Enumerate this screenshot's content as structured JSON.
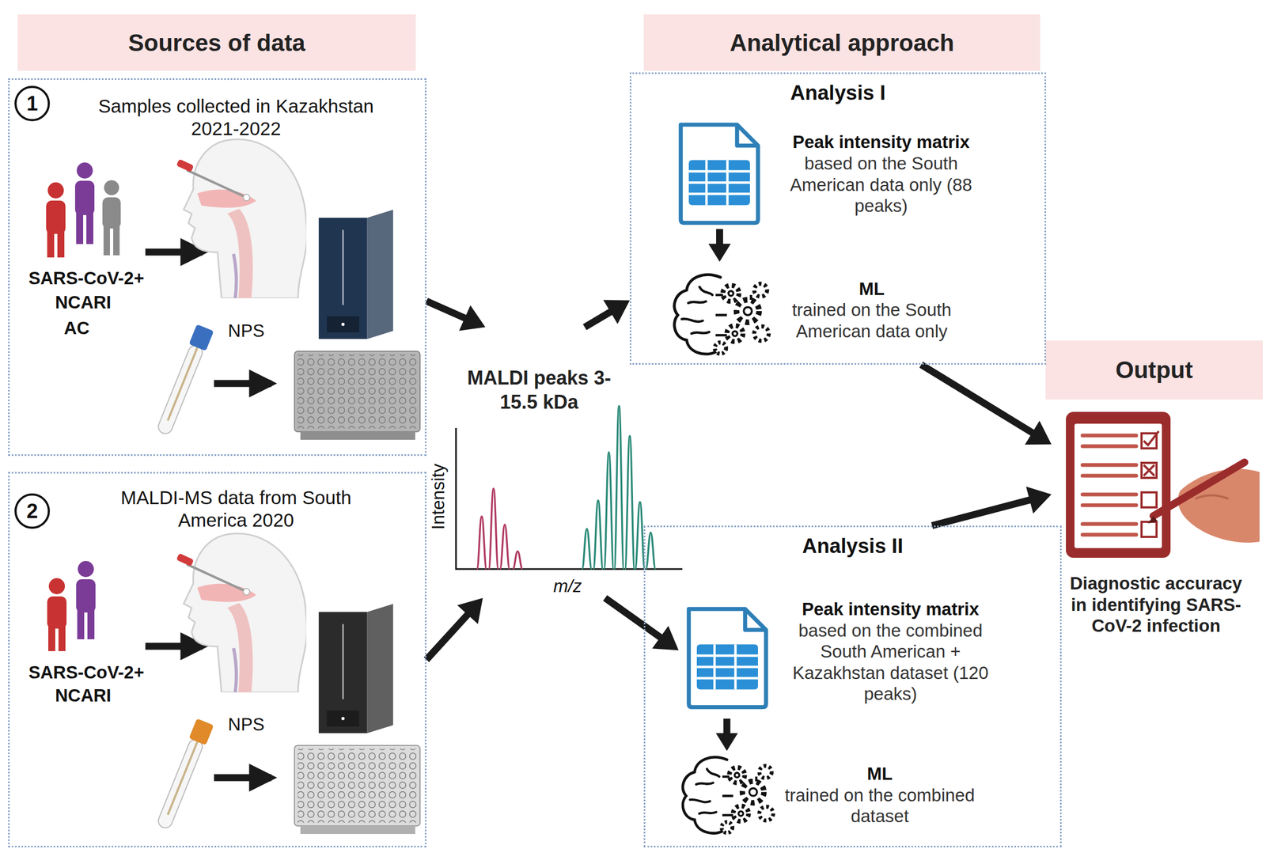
{
  "diagram": {
    "nodes": [
      {
        "text": [
          "Sources of data"
        ]
      },
      {
        "text": [
          "Analytical approach"
        ]
      },
      {
        "text": [
          "Output"
        ]
      },
      {
        "text": [
          "Samples collected in Kazakhstan 2021-2022"
        ]
      },
      {
        "text": [
          "1"
        ],
        "in": 3
      },
      {
        "text": [
          "MALDI-MS data from South America 2020"
        ]
      },
      {
        "text": [
          "2"
        ],
        "in": 5
      },
      {
        "text": [
          "MALDI peaks 3-15.5 kDa"
        ]
      },
      {
        "text": [
          "Analysis I"
        ]
      },
      {
        "text": [
          "Peak intensity matrix",
          "based on the South American data only (88 peaks)"
        ],
        "in": 8
      },
      {
        "text": [
          "ML",
          "trained on the South American data only"
        ],
        "in": 8
      },
      {
        "text": [
          "Analysis II"
        ]
      },
      {
        "text": [
          "Peak intensity matrix",
          "based on the combined South American + Kazakhstan dataset (120 peaks)"
        ],
        "in": 11
      },
      {
        "text": [
          "ML",
          "trained on the combined dataset"
        ],
        "in": 11
      },
      {
        "text": [
          "Diagnostic accuracy in identifying SARS-CoV-2 infection"
        ]
      }
    ],
    "edges": [
      {
        "from": 3,
        "to": 7,
        "arrow": "to"
      },
      {
        "from": 5,
        "to": 7,
        "arrow": "to"
      },
      {
        "from": 7,
        "to": 8,
        "arrow": "to"
      },
      {
        "from": 7,
        "to": 12,
        "arrow": "to"
      },
      {
        "from": 9,
        "to": 10,
        "arrow": "to"
      },
      {
        "from": 12,
        "to": 13,
        "arrow": "to"
      },
      {
        "from": 8,
        "to": 14,
        "arrow": "to"
      },
      {
        "from": 11,
        "to": 14,
        "arrow": "to"
      }
    ],
    "labels": [
      "SARS-CoV-2+",
      "NCARI",
      "AC",
      "NPS",
      "SARS-CoV-2+",
      "NCARI",
      "NPS",
      "Intensity",
      "m/z"
    ]
  }
}
